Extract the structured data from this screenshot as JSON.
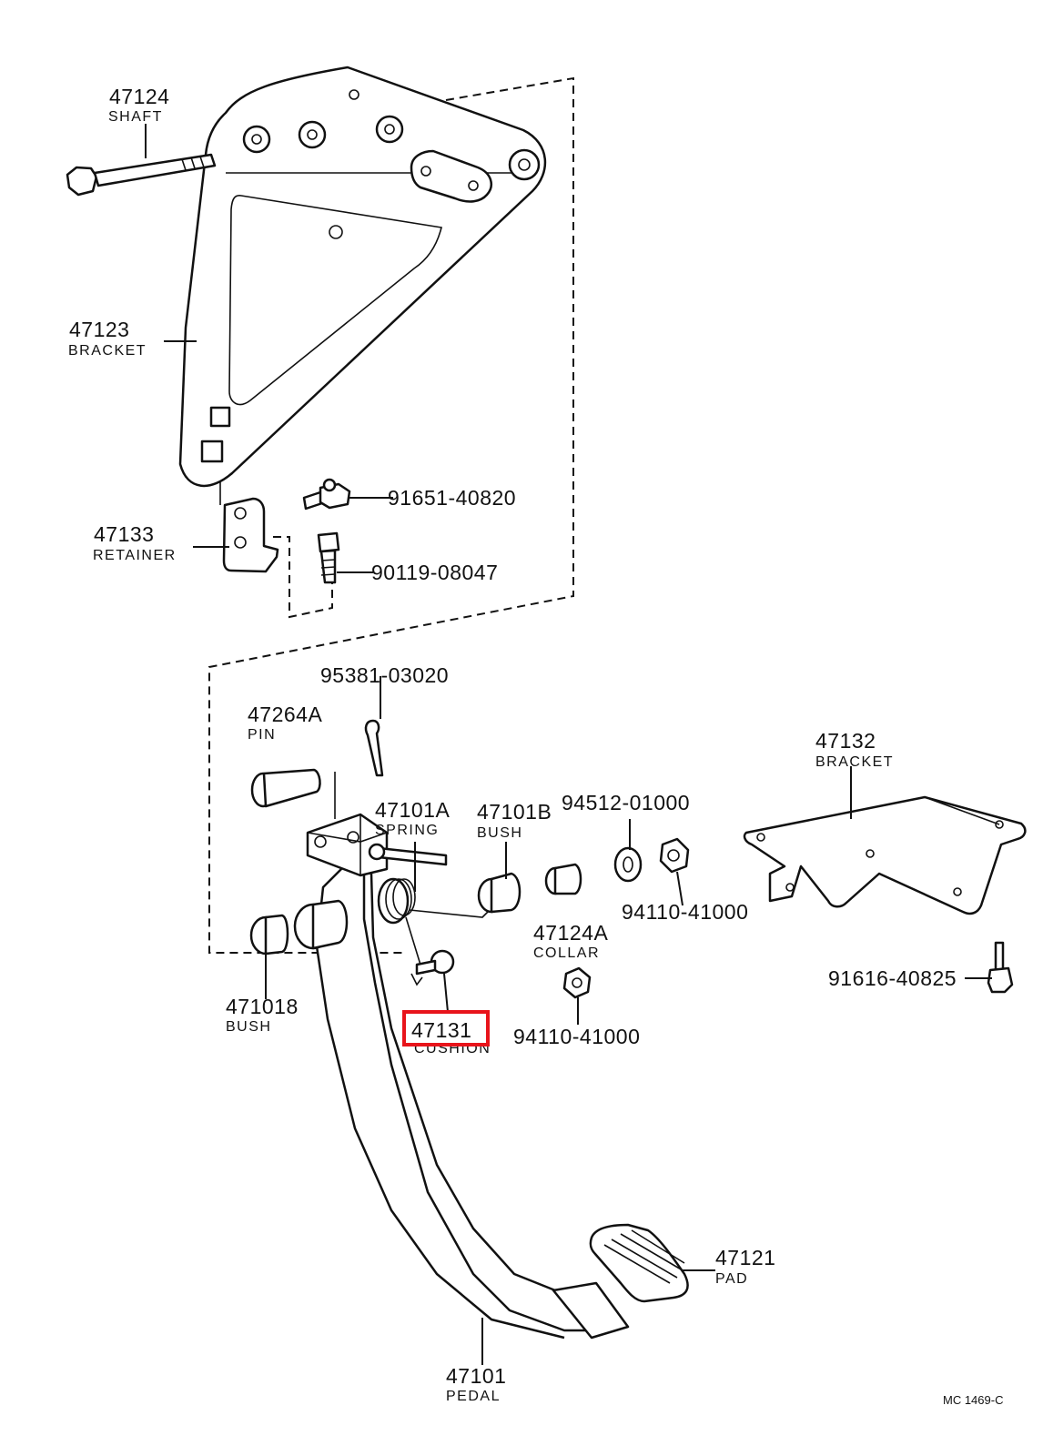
{
  "parts": [
    {
      "number": "47124",
      "name": "SHAFT"
    },
    {
      "number": "47123",
      "name": "BRACKET"
    },
    {
      "number": "91651-40820",
      "name": ""
    },
    {
      "number": "47133",
      "name": "RETAINER"
    },
    {
      "number": "90119-08047",
      "name": ""
    },
    {
      "number": "95381-03020",
      "name": ""
    },
    {
      "number": "47264A",
      "name": "PIN"
    },
    {
      "number": "47101A",
      "name": "SPRING"
    },
    {
      "number": "47101B",
      "name": "BUSH"
    },
    {
      "number": "94512-01000",
      "name": ""
    },
    {
      "number": "94110-41000",
      "name": ""
    },
    {
      "number": "47124A",
      "name": "COLLAR"
    },
    {
      "number": "47132",
      "name": "BRACKET"
    },
    {
      "number": "91616-40825",
      "name": ""
    },
    {
      "number": "471018",
      "name": "BUSH"
    },
    {
      "number": "47131",
      "name": "CUSHION",
      "highlighted": true
    },
    {
      "number": "94110-41000",
      "name": ""
    },
    {
      "number": "47121",
      "name": "PAD"
    },
    {
      "number": "47101",
      "name": "PEDAL"
    }
  ],
  "reference_code": "MC 1469-C",
  "highlight_color": "#e8141b"
}
